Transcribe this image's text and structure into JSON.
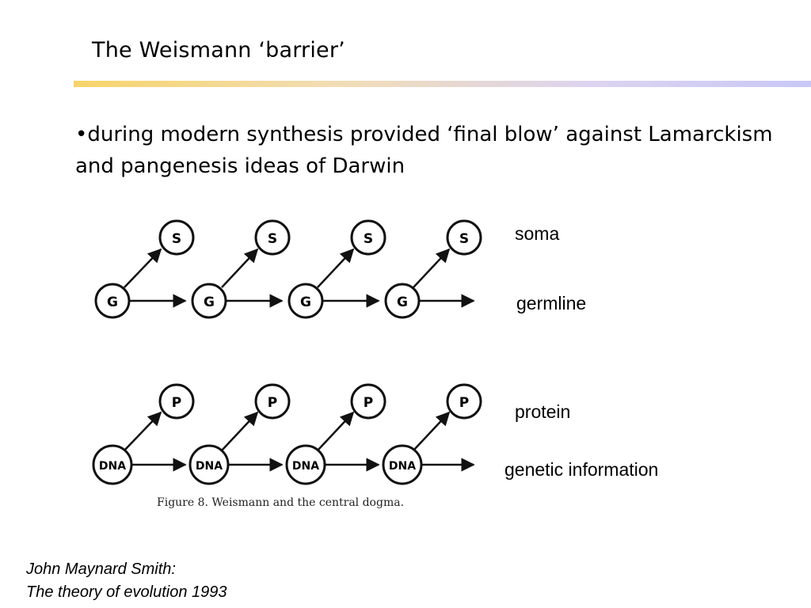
{
  "slide": {
    "title": "The Weismann ‘barrier’",
    "bullet": "•during modern synthesis provided ‘final blow’ against Lamarckism and pangenesis ideas of Darwin"
  },
  "diagram": {
    "top_row": {
      "upper_node": "S",
      "lower_node": "G"
    },
    "bottom_row": {
      "upper_node": "P",
      "lower_node": "DNA"
    },
    "caption": "Figure 8. Weismann and the central dogma."
  },
  "labels": {
    "soma": "soma",
    "germline": "germline",
    "protein": "protein",
    "genetic_information": "genetic information"
  },
  "citation": {
    "line1": "John Maynard Smith:",
    "line2": "The theory of evolution 1993"
  }
}
